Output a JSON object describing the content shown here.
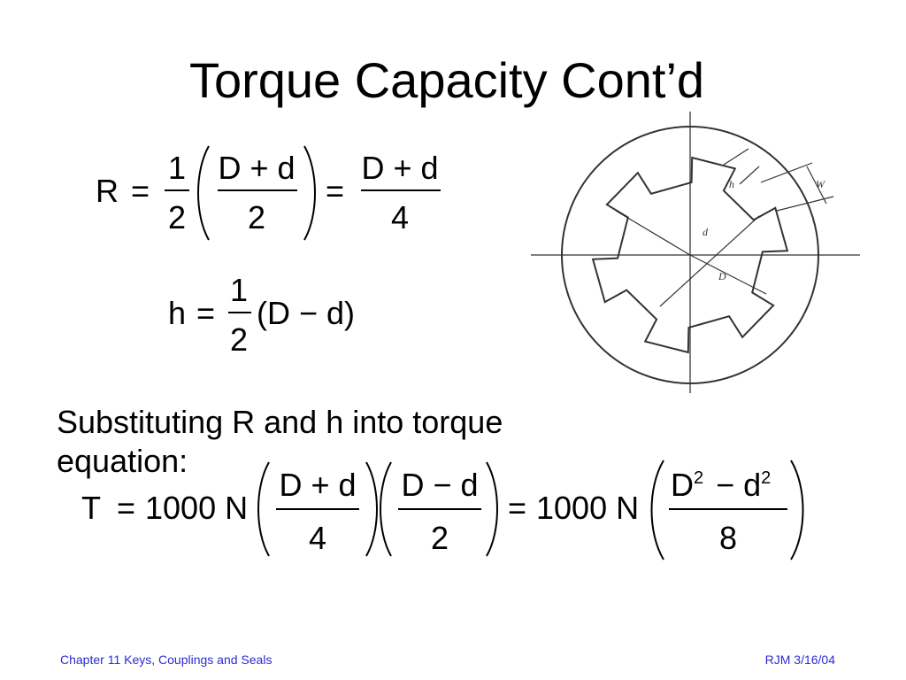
{
  "slide": {
    "title": "Torque Capacity Cont’d",
    "eq_r": {
      "lhs": "R",
      "eq1": "=",
      "frac1_num": "1",
      "frac1_den": "2",
      "frac2_num": "D + d",
      "frac2_den": "2",
      "eq2": "=",
      "frac3_num": "D + d",
      "frac3_den": "4"
    },
    "eq_h": {
      "lhs": "h",
      "eq": "=",
      "frac_num": "1",
      "frac_den": "2",
      "rhs": "(D − d)"
    },
    "body_text": "Substituting R and h into torque equation:",
    "eq_t": {
      "lhs": "T",
      "eq1": "=",
      "coef1": "1000 N",
      "frac1_num": "D + d",
      "frac1_den": "4",
      "frac2_num": "D − d",
      "frac2_den": "2",
      "eq2": "=",
      "coef2": "1000 N",
      "frac3_num_a": "D",
      "frac3_sup_a": "2",
      "frac3_minus": "− d",
      "frac3_sup_b": "2",
      "frac3_den": "8"
    },
    "diagram": {
      "label_h": "h",
      "label_w": "W",
      "label_d": "d",
      "label_D": "D"
    }
  },
  "footer": {
    "left": "Chapter 11  Keys, Couplings and Seals",
    "right": "RJM  3/16/04",
    "color": "#2b2bd6"
  }
}
